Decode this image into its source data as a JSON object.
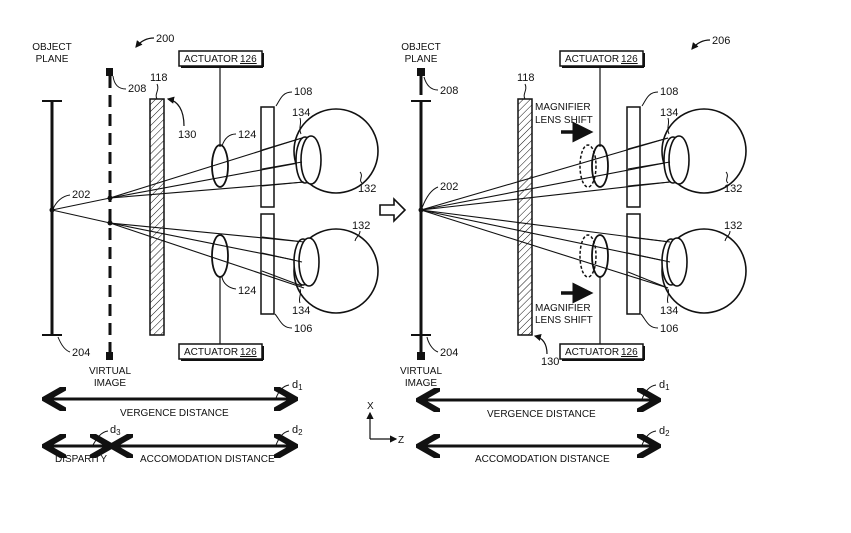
{
  "figure_left": {
    "ref": "200",
    "object_plane_label": [
      "OBJECT",
      "PLANE"
    ],
    "virtual_image_label": [
      "VIRTUAL",
      "IMAGE"
    ],
    "actuator_top": {
      "text": "ACTUATOR",
      "ref": "126"
    },
    "actuator_bottom": {
      "text": "ACTUATOR",
      "ref": "126"
    },
    "refs": {
      "point": "202",
      "plane_end": "204",
      "virtual_plane": "208",
      "display": "118",
      "display_surface": "130",
      "lens_top": "124",
      "lens_bottom": "124",
      "eyepiece_top": "108",
      "eyepiece_bottom": "106",
      "pupil_top": "134",
      "pupil_bottom": "134",
      "eye_top": "132",
      "eye_bottom": "132"
    },
    "distances": {
      "vergence": {
        "label": "VERGENCE DISTANCE",
        "symbol": "d",
        "sub": "1"
      },
      "disparity": {
        "label": "DISPARITY",
        "symbol": "d",
        "sub": "3"
      },
      "accommodation": {
        "label": "ACCOMODATION DISTANCE",
        "symbol": "d",
        "sub": "2"
      }
    }
  },
  "figure_right": {
    "ref": "206",
    "object_plane_label": [
      "OBJECT",
      "PLANE"
    ],
    "virtual_image_label": [
      "VIRTUAL",
      "IMAGE"
    ],
    "actuator_top": {
      "text": "ACTUATOR",
      "ref": "126"
    },
    "actuator_bottom": {
      "text": "ACTUATOR",
      "ref": "126"
    },
    "magnifier_top": [
      "MAGNIFIER",
      "LENS SHIFT"
    ],
    "magnifier_bottom": [
      "MAGNIFIER",
      "LENS SHIFT"
    ],
    "refs": {
      "point": "202",
      "plane_end": "204",
      "virtual_plane": "208",
      "display": "118",
      "display_surface": "130",
      "eyepiece_top": "108",
      "eyepiece_bottom": "106",
      "pupil_top": "134",
      "pupil_bottom": "134",
      "eye_top": "132",
      "eye_bottom": "132"
    },
    "distances": {
      "vergence": {
        "label": "VERGENCE DISTANCE",
        "symbol": "d",
        "sub": "1"
      },
      "accommodation": {
        "label": "ACCOMODATION DISTANCE",
        "symbol": "d",
        "sub": "2"
      }
    }
  },
  "axes": {
    "x": "X",
    "z": "Z"
  }
}
